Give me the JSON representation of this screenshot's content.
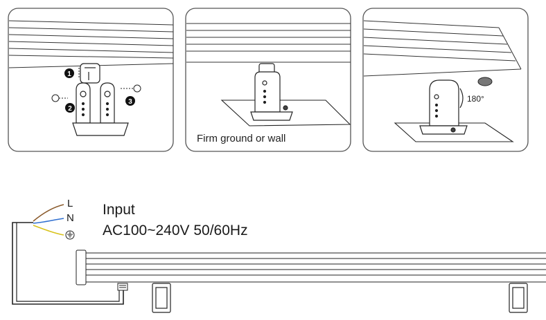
{
  "panels": [
    {
      "steps": [
        "1",
        "2",
        "3"
      ]
    },
    {
      "caption": "Firm ground or wall"
    },
    {
      "rotation_label": "180°"
    }
  ],
  "wiring": {
    "wire_labels": [
      "L",
      "N"
    ],
    "ground_icon": "ground-symbol-icon",
    "input_title": "Input",
    "input_spec": "AC100~240V 50/60Hz"
  },
  "colors": {
    "line": "#222222",
    "wire_brown": "#8a5a2b",
    "wire_blue": "#2f6fd0",
    "wire_yellow": "#d8c21a",
    "panel_border": "#555555"
  }
}
